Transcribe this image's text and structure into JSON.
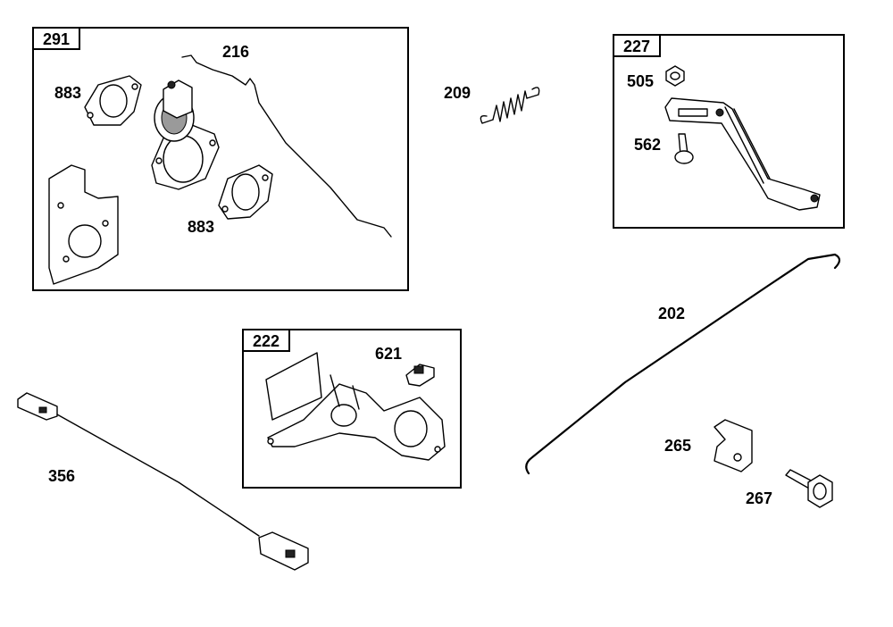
{
  "kits": [
    {
      "id": "kit-291",
      "number": "291"
    },
    {
      "id": "kit-227",
      "number": "227"
    },
    {
      "id": "kit-222",
      "number": "222"
    }
  ],
  "parts": {
    "p216": "216",
    "p883a": "883",
    "p883b": "883",
    "p209": "209",
    "p505": "505",
    "p562": "562",
    "p621": "621",
    "p202": "202",
    "p265": "265",
    "p267": "267",
    "p356": "356"
  }
}
